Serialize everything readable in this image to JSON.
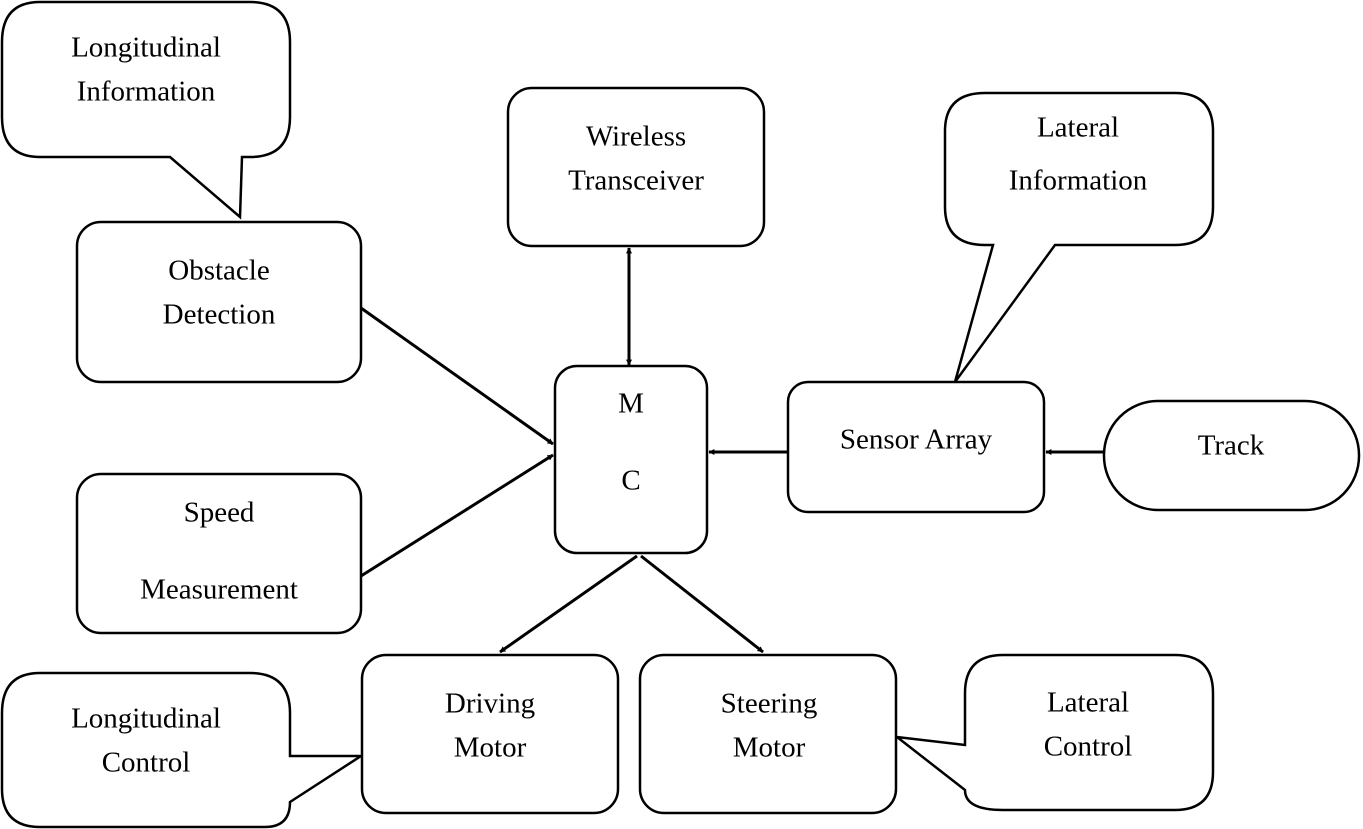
{
  "nodes": {
    "obstacle_detection": [
      "Obstacle",
      "Detection"
    ],
    "speed_measurement": [
      "Speed",
      "Measurement"
    ],
    "wireless_transceiver": [
      "Wireless",
      "Transceiver"
    ],
    "mc": [
      "M",
      "C"
    ],
    "sensor_array": [
      "Sensor Array"
    ],
    "track": [
      "Track"
    ],
    "driving_motor": [
      "Driving",
      "Motor"
    ],
    "steering_motor": [
      "Steering",
      "Motor"
    ]
  },
  "callouts": {
    "longitudinal_information": [
      "Longitudinal",
      "Information"
    ],
    "lateral_information": [
      "Lateral",
      "Information"
    ],
    "longitudinal_control": [
      "Longitudinal",
      "Control"
    ],
    "lateral_control": [
      "Lateral",
      "Control"
    ]
  },
  "edges": [
    {
      "from": "obstacle_detection",
      "to": "mc"
    },
    {
      "from": "speed_measurement",
      "to": "mc"
    },
    {
      "from": "wireless_transceiver",
      "to": "mc",
      "bidirectional": true
    },
    {
      "from": "sensor_array",
      "to": "mc"
    },
    {
      "from": "track",
      "to": "sensor_array"
    },
    {
      "from": "mc",
      "to": "driving_motor"
    },
    {
      "from": "mc",
      "to": "steering_motor"
    }
  ]
}
